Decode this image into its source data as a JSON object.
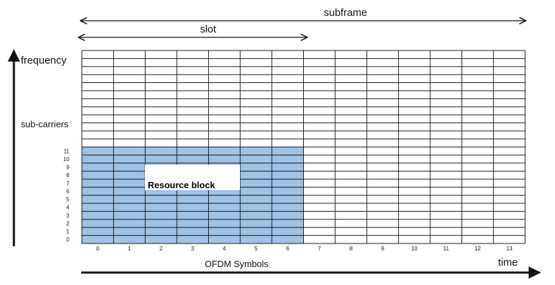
{
  "labels": {
    "subframe": "subframe",
    "slot": "slot",
    "frequency": "frequency",
    "subcarriers": "sub-carriers",
    "resource_block": "Resource block",
    "ofdm_symbols": "OFDM Symbols",
    "time": "time"
  },
  "grid": {
    "columns": 14,
    "rows": 24,
    "highlight_columns": 7,
    "highlight_rows": 12,
    "column_labels": [
      "0",
      "1",
      "2",
      "3",
      "4",
      "5",
      "6",
      "7",
      "8",
      "9",
      "10",
      "11",
      "12",
      "13"
    ],
    "row_labels": [
      "0",
      "1",
      "2",
      "3",
      "4",
      "5",
      "6",
      "7",
      "8",
      "9",
      "10",
      "11"
    ]
  },
  "colors": {
    "highlight": "#9dc3e6",
    "grid_line": "#1a1a1a",
    "resource_block_box": "#ffffff"
  }
}
